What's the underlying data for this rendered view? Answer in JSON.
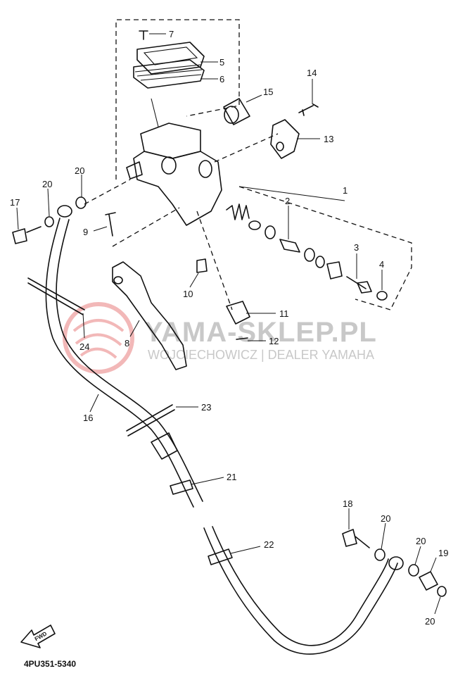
{
  "diagram": {
    "code": "4PU351-5340",
    "fwd": "FWD",
    "watermark": {
      "title": "YAMA-SKLEP.PL",
      "subtitle": "WOJCIECHOWICZ | DEALER YAMAHA"
    },
    "callouts": [
      "1",
      "2",
      "3",
      "4",
      "5",
      "6",
      "7",
      "8",
      "9",
      "10",
      "11",
      "12",
      "13",
      "14",
      "15",
      "16",
      "17",
      "18",
      "19",
      "20",
      "20",
      "20",
      "20",
      "20",
      "21",
      "22",
      "23",
      "24"
    ]
  }
}
